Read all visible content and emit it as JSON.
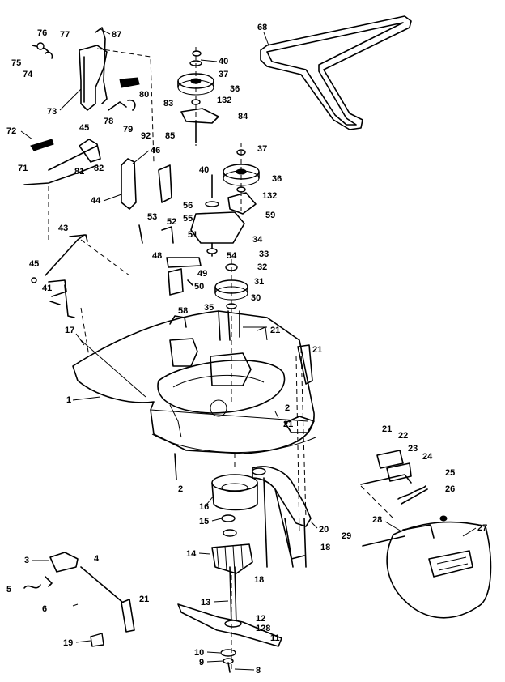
{
  "callouts": [
    {
      "id": "76",
      "text": "76"
    },
    {
      "id": "77",
      "text": "77"
    },
    {
      "id": "87",
      "text": "87"
    },
    {
      "id": "75",
      "text": "75"
    },
    {
      "id": "74",
      "text": "74"
    },
    {
      "id": "73",
      "text": "73"
    },
    {
      "id": "80",
      "text": "80"
    },
    {
      "id": "78",
      "text": "78"
    },
    {
      "id": "79",
      "text": "79"
    },
    {
      "id": "92",
      "text": "92"
    },
    {
      "id": "45a",
      "text": "45"
    },
    {
      "id": "72",
      "text": "72"
    },
    {
      "id": "81",
      "text": "81"
    },
    {
      "id": "82",
      "text": "82"
    },
    {
      "id": "46",
      "text": "46"
    },
    {
      "id": "71",
      "text": "71"
    },
    {
      "id": "44",
      "text": "44"
    },
    {
      "id": "43",
      "text": "43"
    },
    {
      "id": "45b",
      "text": "45"
    },
    {
      "id": "41",
      "text": "41"
    },
    {
      "id": "17",
      "text": "17"
    },
    {
      "id": "1",
      "text": "1"
    },
    {
      "id": "68",
      "text": "68"
    },
    {
      "id": "40a",
      "text": "40"
    },
    {
      "id": "37a",
      "text": "37"
    },
    {
      "id": "36a",
      "text": "36"
    },
    {
      "id": "83",
      "text": "83"
    },
    {
      "id": "132a",
      "text": "132"
    },
    {
      "id": "84",
      "text": "84"
    },
    {
      "id": "85",
      "text": "85"
    },
    {
      "id": "37b",
      "text": "37"
    },
    {
      "id": "40b",
      "text": "40"
    },
    {
      "id": "36b",
      "text": "36"
    },
    {
      "id": "132b",
      "text": "132"
    },
    {
      "id": "56",
      "text": "56"
    },
    {
      "id": "59",
      "text": "59"
    },
    {
      "id": "55",
      "text": "55"
    },
    {
      "id": "53",
      "text": "53"
    },
    {
      "id": "52",
      "text": "52"
    },
    {
      "id": "51",
      "text": "51"
    },
    {
      "id": "34",
      "text": "34"
    },
    {
      "id": "48",
      "text": "48"
    },
    {
      "id": "54",
      "text": "54"
    },
    {
      "id": "33",
      "text": "33"
    },
    {
      "id": "32",
      "text": "32"
    },
    {
      "id": "49",
      "text": "49"
    },
    {
      "id": "31",
      "text": "31"
    },
    {
      "id": "50",
      "text": "50"
    },
    {
      "id": "30",
      "text": "30"
    },
    {
      "id": "58",
      "text": "58"
    },
    {
      "id": "35",
      "text": "35"
    },
    {
      "id": "21a",
      "text": "21"
    },
    {
      "id": "21b",
      "text": "21"
    },
    {
      "id": "2a",
      "text": "2"
    },
    {
      "id": "21c",
      "text": "21"
    },
    {
      "id": "2b",
      "text": "2"
    },
    {
      "id": "16",
      "text": "16"
    },
    {
      "id": "15",
      "text": "15"
    },
    {
      "id": "20",
      "text": "20"
    },
    {
      "id": "14",
      "text": "14"
    },
    {
      "id": "18a",
      "text": "18"
    },
    {
      "id": "18b",
      "text": "18"
    },
    {
      "id": "3",
      "text": "3"
    },
    {
      "id": "4",
      "text": "4"
    },
    {
      "id": "5",
      "text": "5"
    },
    {
      "id": "21d",
      "text": "21"
    },
    {
      "id": "6",
      "text": "6"
    },
    {
      "id": "13",
      "text": "13"
    },
    {
      "id": "12",
      "text": "12"
    },
    {
      "id": "128",
      "text": "128"
    },
    {
      "id": "11",
      "text": "11"
    },
    {
      "id": "19",
      "text": "19"
    },
    {
      "id": "10",
      "text": "10"
    },
    {
      "id": "9",
      "text": "9"
    },
    {
      "id": "8",
      "text": "8"
    },
    {
      "id": "21e",
      "text": "21"
    },
    {
      "id": "22",
      "text": "22"
    },
    {
      "id": "23",
      "text": "23"
    },
    {
      "id": "24",
      "text": "24"
    },
    {
      "id": "25",
      "text": "25"
    },
    {
      "id": "26",
      "text": "26"
    },
    {
      "id": "28",
      "text": "28"
    },
    {
      "id": "27",
      "text": "27"
    },
    {
      "id": "29",
      "text": "29"
    }
  ]
}
